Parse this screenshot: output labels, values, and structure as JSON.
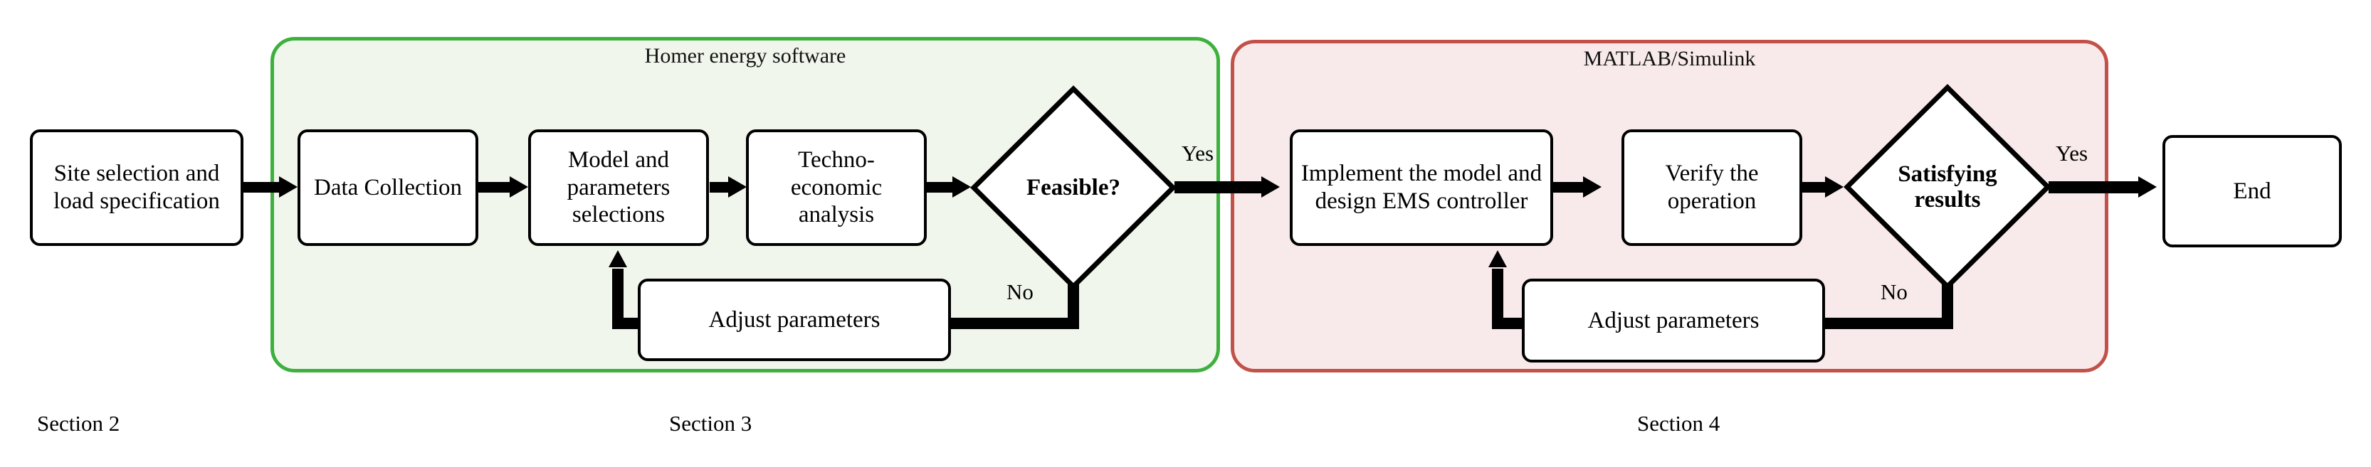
{
  "groups": [
    {
      "label": "Homer energy software",
      "color": "#3db03d",
      "fill": "#f1f6ec"
    },
    {
      "label": "MATLAB/Simulink",
      "color": "#c15149",
      "fill": "#f8eaea"
    }
  ],
  "nodes": {
    "site": "Site selection and load specification",
    "data_collection": "Data Collection",
    "model": "Model and parameters selections",
    "techno": "Techno-economic analysis",
    "adjust_left": "Adjust parameters",
    "implement": "Implement the model and design EMS controller",
    "verify": "Verify the operation",
    "adjust_right": "Adjust parameters",
    "end": "End"
  },
  "decisions": {
    "feasible": "Feasible?",
    "satisfying": "Satisfying results"
  },
  "edge_labels": {
    "feasible_yes": "Yes",
    "feasible_no": "No",
    "satisfying_yes": "Yes",
    "satisfying_no": "No"
  },
  "sections": [
    {
      "label": "Section  2"
    },
    {
      "label": "Section 3"
    },
    {
      "label": "Section  4"
    }
  ]
}
